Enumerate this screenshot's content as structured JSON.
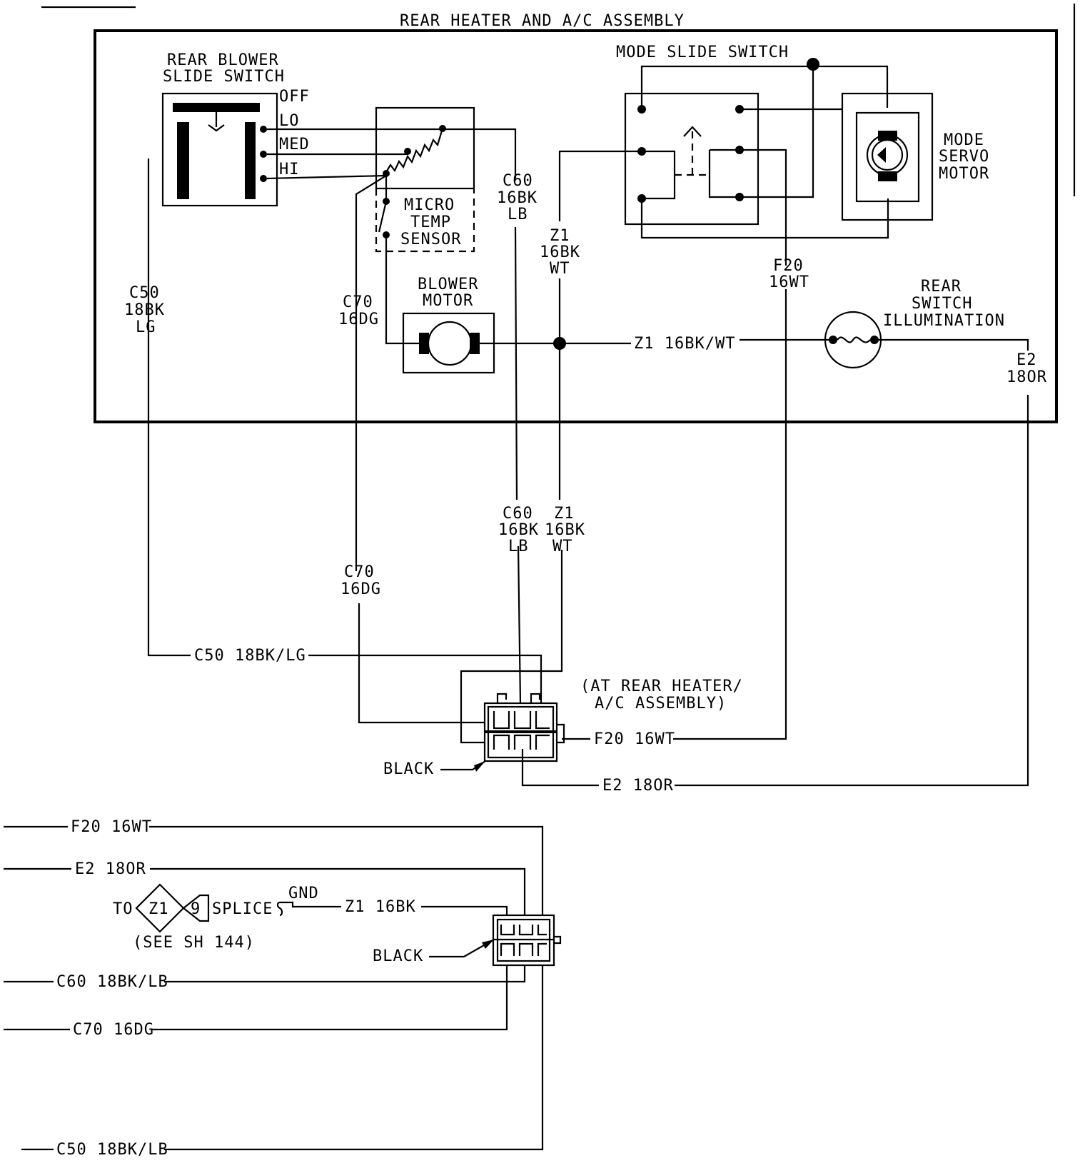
{
  "title": "REAR HEATER AND A/C ASSEMBLY",
  "components": {
    "rear_blower_switch": {
      "line1": "REAR BLOWER",
      "line2": "SLIDE SWITCH",
      "positions": [
        "OFF",
        "LO",
        "MED",
        "HI"
      ]
    },
    "micro_temp_sensor": {
      "line1": "MICRO",
      "line2": "TEMP",
      "line3": "SENSOR"
    },
    "mode_slide_switch": {
      "label": "MODE SLIDE SWITCH"
    },
    "mode_servo_motor": {
      "line1": "MODE",
      "line2": "SERVO",
      "line3": "MOTOR"
    },
    "blower_motor": {
      "line1": "BLOWER",
      "line2": "MOTOR"
    },
    "rear_switch_illumination": {
      "line1": "REAR",
      "line2": "SWITCH",
      "line3": "ILLUMINATION"
    }
  },
  "wires": {
    "c60": {
      "code": "C60",
      "gauge": "16BK",
      "tracer": "LB"
    },
    "z1": {
      "code": "Z1",
      "gauge": "16BK",
      "tracer": "WT",
      "inline": "Z1 16BK/WT"
    },
    "f20": {
      "code": "F20",
      "gauge": "16WT",
      "inline": "F20 16WT"
    },
    "c50": {
      "code": "C50",
      "gauge": "18BK",
      "tracer": "LG",
      "inline": "C50 18BK/LG"
    },
    "c70": {
      "code": "C70",
      "gauge": "16DG",
      "inline": "C70 16DG"
    },
    "e2": {
      "code": "E2",
      "gauge": "18OR",
      "inline": "E2 18OR"
    }
  },
  "connector_upper": {
    "line1": "(AT REAR HEATER/",
    "line2": "A/C ASSEMBLY)",
    "color": "BLACK"
  },
  "connector_lower": {
    "color": "BLACK"
  },
  "harness_left": {
    "f20": "F20 16WT",
    "e2": "E2 18OR",
    "z1": "Z1 16BK",
    "c60": "C60 18BK/LB",
    "c70": "C70 16DG",
    "c50": "C50 18BK/LB",
    "splice": {
      "to": "TO",
      "id": "Z1",
      "num": "9",
      "label": "SPLICE",
      "gnd": "GND",
      "see": "(SEE SH 144)"
    }
  }
}
